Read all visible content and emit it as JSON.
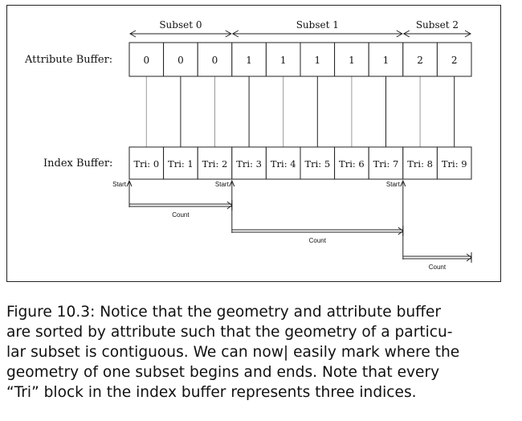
{
  "diagram": {
    "subsets": [
      {
        "label": "Subset 0",
        "from": 0,
        "to": 3
      },
      {
        "label": "Subset 1",
        "from": 3,
        "to": 8
      },
      {
        "label": "Subset 2",
        "from": 8,
        "to": 10
      }
    ],
    "attribute_row": {
      "label": "Attribute Buffer:",
      "values": [
        "0",
        "0",
        "0",
        "1",
        "1",
        "1",
        "1",
        "1",
        "2",
        "2"
      ]
    },
    "index_row": {
      "label": "Index Buffer:",
      "cells": [
        "Tri: 0",
        "Tri: 1",
        "Tri: 2",
        "Tri: 3",
        "Tri: 4",
        "Tri: 5",
        "Tri: 6",
        "Tri: 7",
        "Tri: 8",
        "Tri: 9"
      ]
    },
    "ranges": [
      {
        "start_label": "Start",
        "count_label": "Count",
        "from": 0,
        "to": 3
      },
      {
        "start_label": "Start",
        "count_label": "Count",
        "from": 3,
        "to": 8
      },
      {
        "start_label": "Start",
        "count_label": "Count",
        "from": 8,
        "to": 10
      }
    ]
  },
  "caption": {
    "lines": [
      "Figure 10.3: Notice that the geometry and attribute buffer",
      "are sorted by attribute such that the geometry of a particu-",
      "lar subset is contiguous. We can now| easily mark where the",
      "geometry of one subset begins and ends. Note that every",
      "“Tri” block in the index buffer represents three indices."
    ]
  }
}
